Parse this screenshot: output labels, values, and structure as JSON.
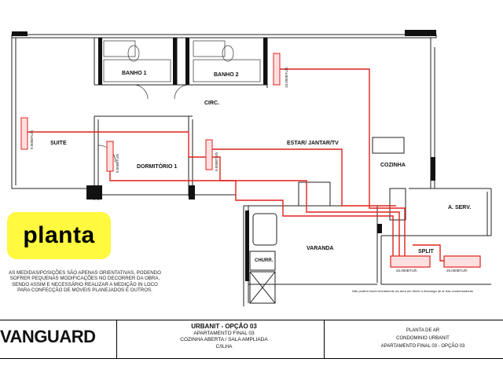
{
  "rooms": {
    "banho1": "BANHO 1",
    "banho2": "BANHO 2",
    "circ": "CIRC.",
    "suite": "SUITE",
    "dormitorio": "DORMITÓRIO 1",
    "estar": "ESTAR/ JANTAR/TV",
    "cozinha": "COZINHA",
    "aserv": "A. SERV.",
    "varanda": "VARANDA",
    "churr": "CHURR.",
    "split": "SPLIT"
  },
  "units": {
    "evap1": "18.000BTU/h",
    "evap2": "9.000BTU/h",
    "evap3": "9.000BTU/h",
    "evap4": "9.000BTU/h",
    "cond1": "25.000BTU/h",
    "cond2": "25.000BTU/h"
  },
  "badge_text": "planta",
  "disclaimer": "As medidas/posições são apenas orientativas, podendo sofrer pequenas modificações no decorrer da obra, sendo assim e necessário realizar a medição in loco para confecção de móveis planejados e outros.",
  "plan_note": "Não poderá haver fechamento da área em frente a descarga de ar das condensadoras",
  "title_block": {
    "logo": "VANGUARD",
    "line1": "URBANIT - OPÇÃO 03",
    "line2": "APARTAMENTO FINAL 03",
    "line3": "COZINHA ABERTA / SALA AMPLIADA",
    "line4": "C/ILHA",
    "right1": "PLANTA DE AR",
    "right2": "CONDOMINIO URBANIT",
    "right3": "APARTAMENTO FINAL 03 - OPÇÃO 03"
  },
  "colors": {
    "ac_line": "#e0221c",
    "wall": "#111111",
    "badge": "#fff93f"
  }
}
